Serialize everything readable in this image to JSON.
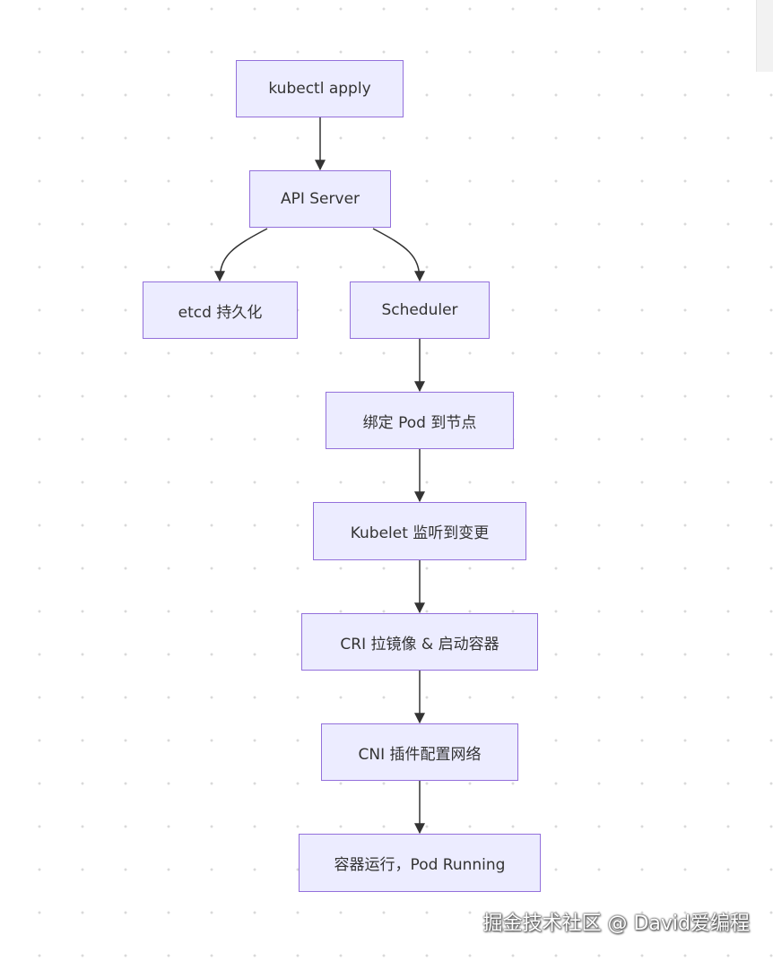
{
  "diagram": {
    "type": "flowchart",
    "direction": "top-down",
    "nodes": [
      {
        "id": "kubectl",
        "label": "kubectl apply"
      },
      {
        "id": "api",
        "label": "API Server"
      },
      {
        "id": "etcd",
        "label": "etcd 持久化"
      },
      {
        "id": "scheduler",
        "label": "Scheduler"
      },
      {
        "id": "bind",
        "label": "绑定 Pod 到节点"
      },
      {
        "id": "kubelet",
        "label": "Kubelet 监听到变更"
      },
      {
        "id": "cri",
        "label": "CRI 拉镜像 & 启动容器"
      },
      {
        "id": "cni",
        "label": "CNI 插件配置网络"
      },
      {
        "id": "running",
        "label": "容器运行，Pod Running"
      }
    ],
    "edges": [
      {
        "from": "kubectl",
        "to": "api"
      },
      {
        "from": "api",
        "to": "etcd"
      },
      {
        "from": "api",
        "to": "scheduler"
      },
      {
        "from": "scheduler",
        "to": "bind"
      },
      {
        "from": "bind",
        "to": "kubelet"
      },
      {
        "from": "kubelet",
        "to": "cri"
      },
      {
        "from": "cri",
        "to": "cni"
      },
      {
        "from": "cni",
        "to": "running"
      }
    ]
  },
  "colors": {
    "node_fill": "#ececff",
    "node_border": "#9370db",
    "edge": "#333333",
    "text": "#333333"
  },
  "watermark": "掘金技术社区 @ David爱编程"
}
